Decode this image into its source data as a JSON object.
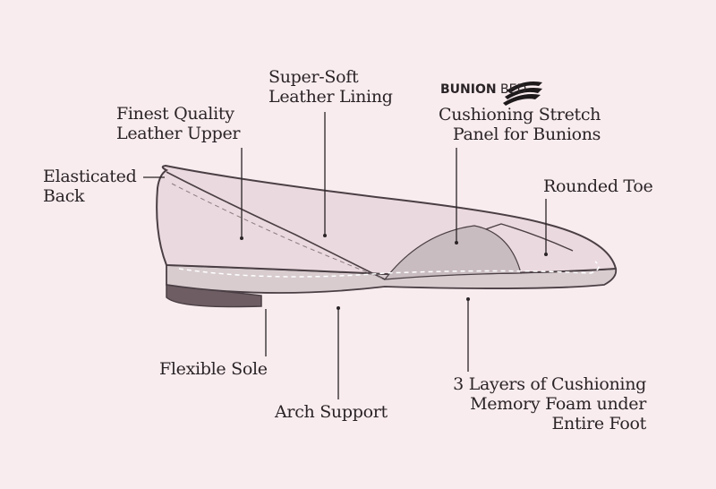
{
  "labels": {
    "elasticated_back": [
      "Elasticated",
      "Back"
    ],
    "leather_upper": [
      "Finest Quality",
      "Leather Upper"
    ],
    "leather_lining": [
      "Super-Soft",
      "Leather Lining"
    ],
    "brand": {
      "bold": "BUNION",
      "light": "BED"
    },
    "bunion_panel": [
      "Cushioning Stretch",
      "Panel for Bunions"
    ],
    "rounded_toe": "Rounded Toe",
    "flexible_sole": "Flexible Sole",
    "arch_support": "Arch Support",
    "cushioning": [
      "3 Layers of Cushioning",
      "Memory Foam under",
      "Entire Foot"
    ]
  },
  "colors": {
    "background": "#f9ecef",
    "outline": "#4a3f44",
    "sole": "#6e5e64",
    "panel": "#c9bcc0"
  }
}
